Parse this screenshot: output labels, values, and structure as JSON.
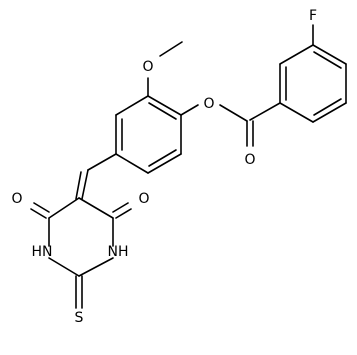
{
  "structure": {
    "atoms": {
      "F": "F",
      "O_methoxy": "O",
      "O_ester": "O",
      "O_carbonyl": "O",
      "O_left": "O",
      "O_right": "O",
      "NH_left": "HN",
      "NH_right": "NH",
      "S": "S"
    }
  }
}
